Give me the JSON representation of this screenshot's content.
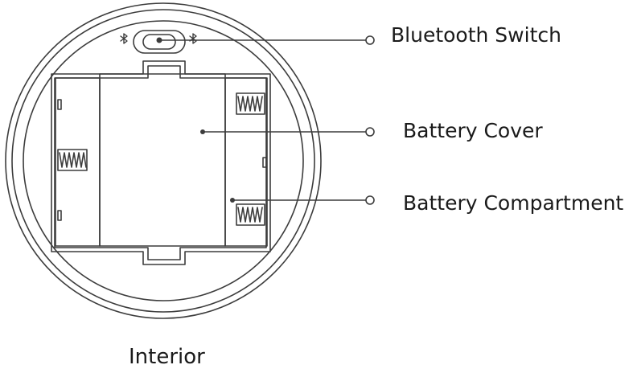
{
  "labels": {
    "bluetooth_switch": "Bluetooth Switch",
    "battery_cover": "Battery Cover",
    "battery_compartment": "Battery Compartment"
  },
  "caption": "Interior",
  "colors": {
    "line": "#3c3c3c",
    "background": "#ffffff",
    "text": "#1a1a1a"
  },
  "icons": [
    "bluetooth-icon",
    "spring-icon"
  ]
}
